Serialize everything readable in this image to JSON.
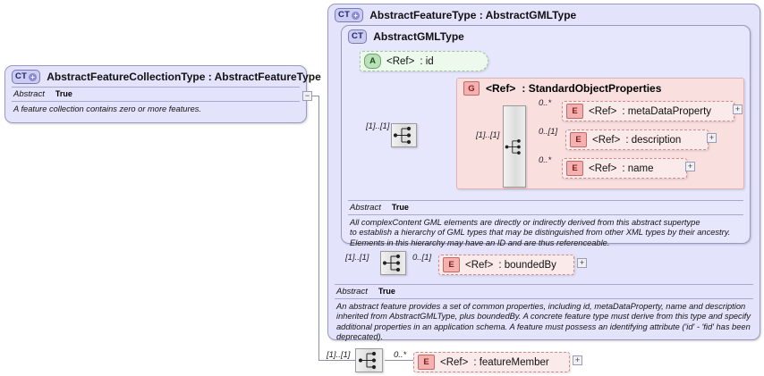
{
  "diagram": {
    "title": "XSD schema diagram",
    "colors": {
      "type_bg": "#e3e3fb",
      "element_bg": "#fbeaea",
      "attribute_bg": "#eef9ee",
      "group_bg": "#fadfdf",
      "line": "#8f8fa8"
    }
  },
  "collection_type": {
    "icon": "CT+",
    "name": "AbstractFeatureCollectionType : AbstractFeatureType",
    "abstract_label": "Abstract",
    "abstract_value": "True",
    "documentation": "A feature collection contains zero or more features.",
    "collapse_icon": "−"
  },
  "feature_type": {
    "icon": "CT+",
    "name": "AbstractFeatureType : AbstractGMLType",
    "abstract_label": "Abstract",
    "abstract_value": "True",
    "documentation": "An abstract feature provides a set of common properties, including id, metaDataProperty, name and description\ninherited from AbstractGMLType, plus boundedBy.    A concrete feature type must derive from this type and specify\nadditional  properties in an application schema. A feature must possess an identifying attribute ('id' - 'fid' has been\ndeprecated)."
  },
  "gml_type": {
    "icon": "CT",
    "name": "AbstractGMLType",
    "abstract_label": "Abstract",
    "abstract_value": "True",
    "documentation": "All complexContent GML elements are directly or indirectly derived from this abstract supertype\nto establish a hierarchy of GML types that may be distinguished from other XML types by their ancestry.\nElements in this hierarchy may have an ID and are thus referenceable."
  },
  "id_attribute": {
    "icon": "A",
    "ref": "<Ref>",
    "name": ": id"
  },
  "group": {
    "icon": "G",
    "ref": "<Ref>",
    "name": ": StandardObjectProperties",
    "members": [
      {
        "icon": "E",
        "ref": "<Ref>",
        "name": ": metaDataProperty",
        "cardinality": "0..*",
        "expander": "+"
      },
      {
        "icon": "E",
        "ref": "<Ref>",
        "name": ": description",
        "cardinality": "0..[1]",
        "expander": "+"
      },
      {
        "icon": "E",
        "ref": "<Ref>",
        "name": ": name",
        "cardinality": "0..*",
        "expander": "+"
      }
    ]
  },
  "bounded_by": {
    "icon": "E",
    "ref": "<Ref>",
    "name": ": boundedBy",
    "cardinality": "0..[1]",
    "expander": "+"
  },
  "feature_member": {
    "icon": "E",
    "ref": "<Ref>",
    "name": ": featureMember",
    "cardinality": "0..*",
    "expander": "+"
  },
  "sequences": {
    "gml_sequence": "[1]..[1]",
    "group_sequence": "[1]..[1]",
    "feature_sequence": "[1]..[1]",
    "collection_sequence": "[1]..[1]"
  }
}
